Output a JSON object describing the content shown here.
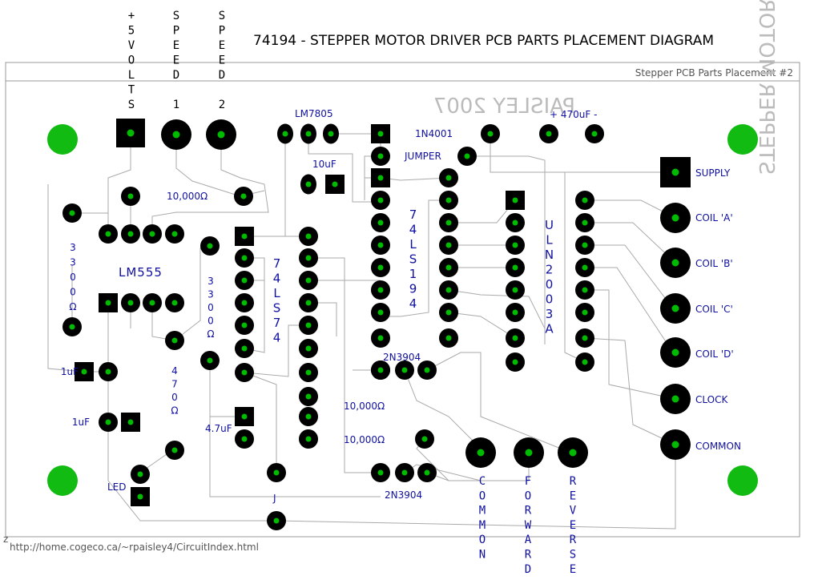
{
  "title": "74194 - STEPPER MOTOR DRIVER PCB PARTS PLACEMENT DIAGRAM",
  "board_label": "Stepper PCB Parts Placement #2",
  "url": "http://home.cogeco.ca/~rpaisley4/CircuitIndex.html",
  "corner_mark": "z",
  "watermark_top": "PAISLEY 2007",
  "watermark_side": "STEPPER MOTOR DRIVER 'A' L.P.",
  "header_connectors": {
    "plus5": [
      "+",
      "5",
      "V",
      "O",
      "L",
      "T",
      "S"
    ],
    "speed1": [
      "S",
      "P",
      "E",
      "E",
      "D",
      "",
      "1"
    ],
    "speed2": [
      "S",
      "P",
      "E",
      "E",
      "D",
      "",
      "2"
    ]
  },
  "components": {
    "lm7805": "LM7805",
    "diode": "1N4001",
    "jumper": "JUMPER",
    "cap470": "+ 470uF -",
    "supply": "SUPPLY",
    "cap10uf": "10uF",
    "res10k_top": "10,000Ω",
    "lm555": "LM555",
    "res3300_left": [
      "3",
      "3",
      "0",
      "0",
      "Ω"
    ],
    "res3300_mid": [
      "3",
      "3",
      "0",
      "0",
      "Ω"
    ],
    "res470": [
      "4",
      "7",
      "0",
      "Ω"
    ],
    "ic74ls74": [
      "7",
      "4",
      "L",
      "S",
      "7",
      "4"
    ],
    "ic74ls194": [
      "7",
      "4",
      "L",
      "S",
      "1",
      "9",
      "4"
    ],
    "iculn2003": [
      "U",
      "L",
      "N",
      "2",
      "0",
      "0",
      "3",
      "A"
    ],
    "cap1uf_a": "1uF",
    "cap1uf_b": "1uF",
    "cap47": "4.7uF",
    "transistor_top": "2N3904",
    "transistor_bottom": "2N3904",
    "res10k_a": "10,000Ω",
    "res10k_b": "10,000Ω",
    "led": "LED",
    "j": "J"
  },
  "outputs": {
    "coil_a": "COIL 'A'",
    "coil_b": "COIL 'B'",
    "coil_c": "COIL 'C'",
    "coil_d": "COIL 'D'",
    "clock": "CLOCK",
    "common": "COMMON"
  },
  "switches": {
    "common": [
      "C",
      "O",
      "M",
      "M",
      "O",
      "N"
    ],
    "forward": [
      "F",
      "O",
      "R",
      "W",
      "A",
      "R",
      "D"
    ],
    "reverse": [
      "R",
      "E",
      "V",
      "E",
      "R",
      "S",
      "E"
    ]
  },
  "colors": {
    "pad": "#000000",
    "hole": "#00bb00",
    "trace": "#aaaaaa",
    "label": "#1010a0",
    "mount": "#11bb11"
  }
}
